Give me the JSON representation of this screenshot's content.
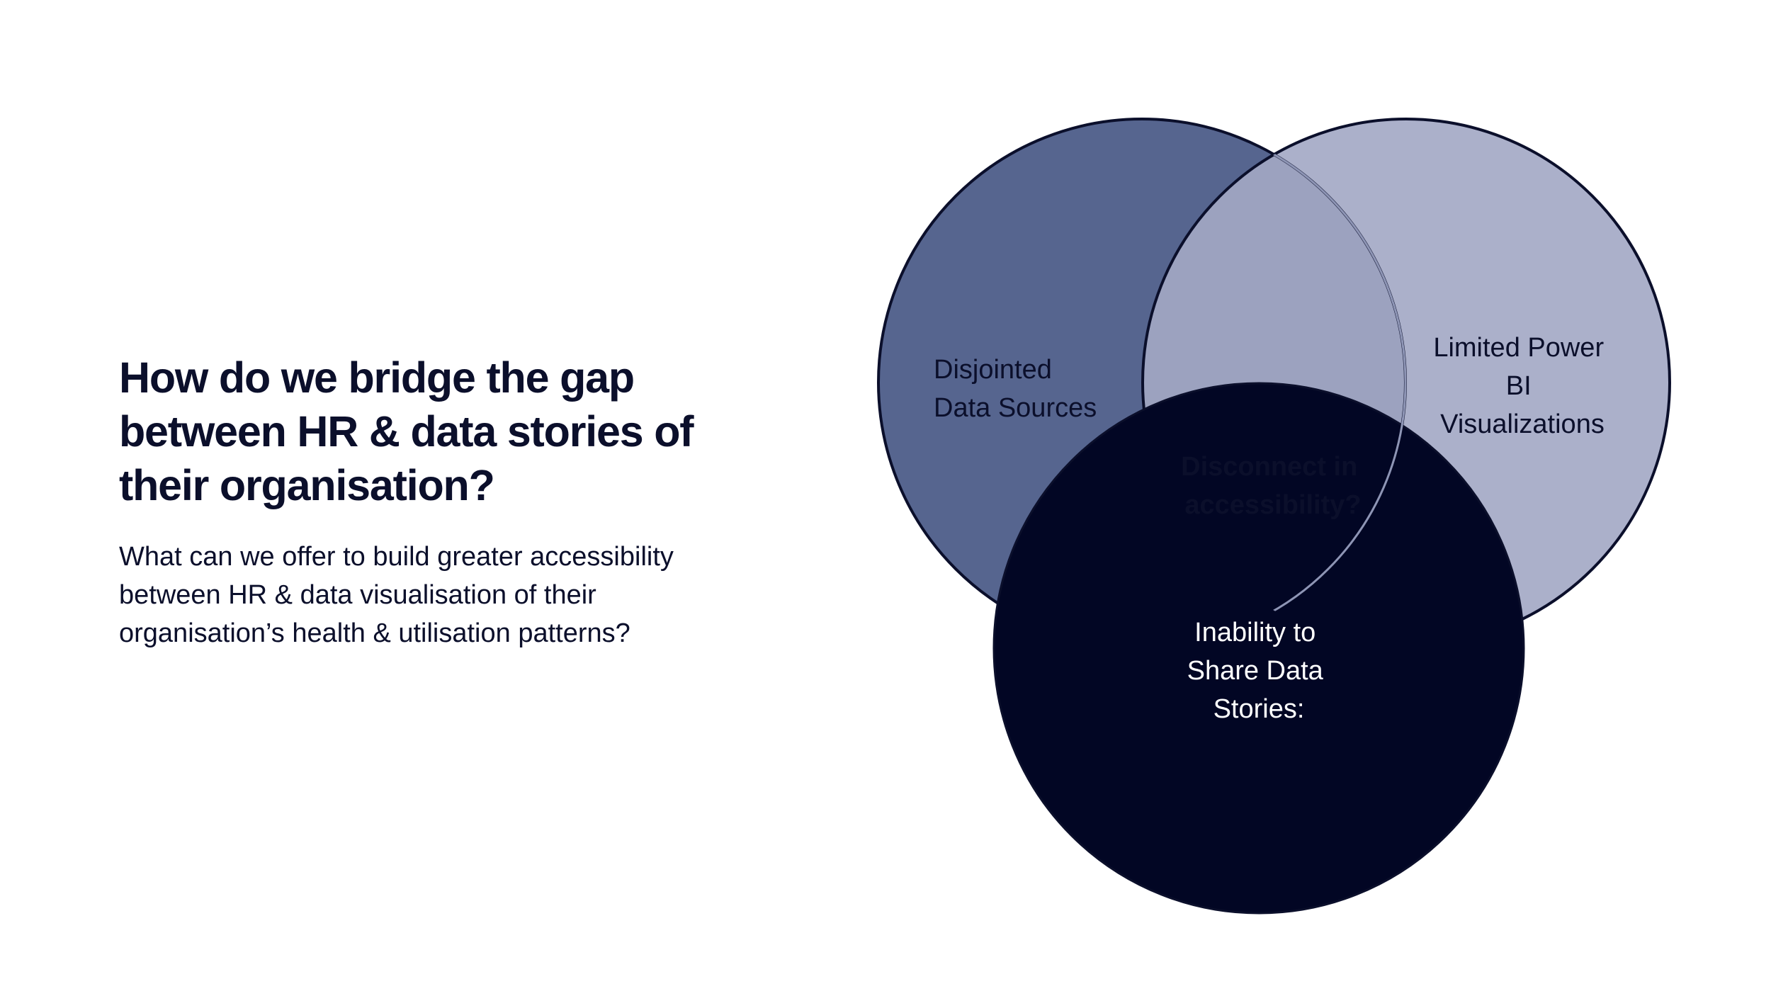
{
  "heading": {
    "line1": "How do we bridge the gap",
    "line2": "between HR & data stories of",
    "line3": "their organisation?"
  },
  "subtext": {
    "line1": "What can we offer to build greater accessibility",
    "line2": "between HR & data visualisation of their",
    "line3": "organisation’s health & utilisation patterns?"
  },
  "venn": {
    "left": {
      "line1": "Disjointed",
      "line2": "Data Sources"
    },
    "right": {
      "line1": "Limited Power",
      "line2": "BI",
      "line3": "Visualizations"
    },
    "bottom": {
      "line1": "Inability to",
      "line2": "Share Data",
      "line3": "Stories:"
    },
    "center": {
      "line1": "Disconnect in",
      "line2": "accessibility?"
    },
    "colors": {
      "left": "#56658f",
      "right": "#abb0ca",
      "left_right_overlap": "#9ca2bf",
      "bottom": "#020624",
      "center": "#d5d7df",
      "outline": "#0b0f2b"
    }
  }
}
